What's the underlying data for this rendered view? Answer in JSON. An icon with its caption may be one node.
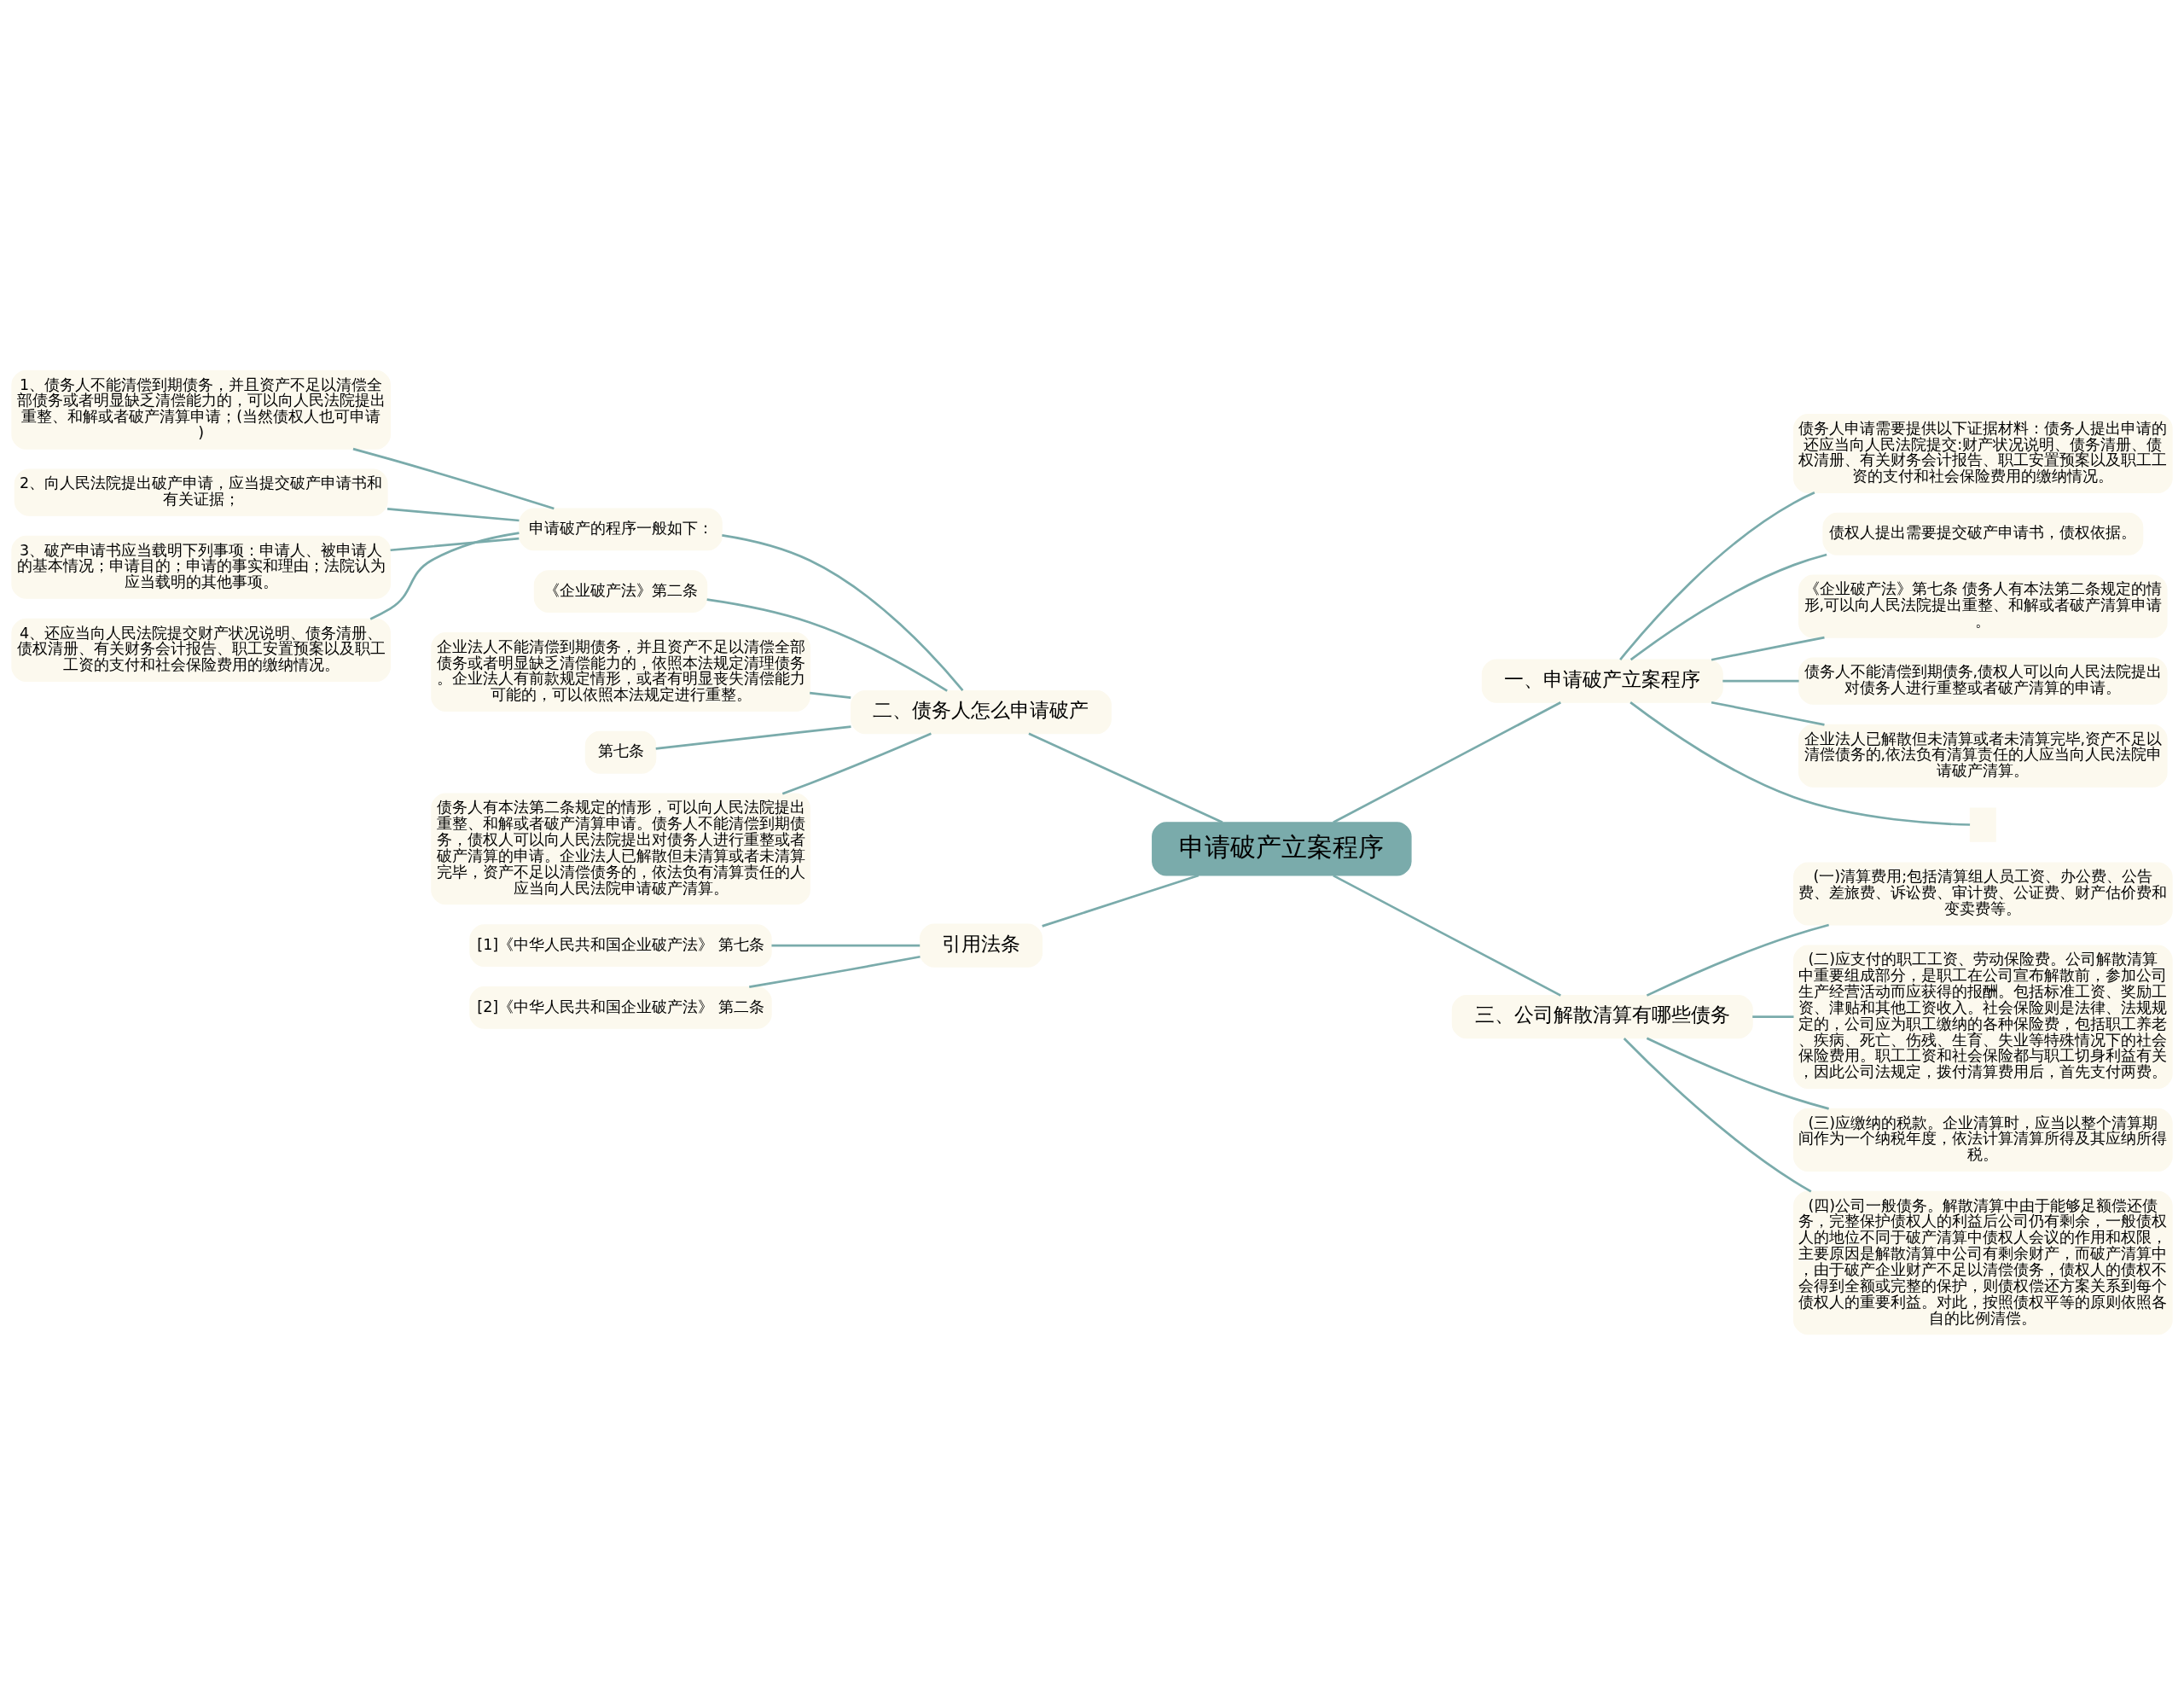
{
  "diagram": {
    "nodes": [
      {
        "text": [
          "申请破产立案程序"
        ]
      },
      {
        "text": [
          "一、申请破产立案程序"
        ]
      },
      {
        "text": [
          "债务人申请需要提供以下证据材料：债务人提出申请的还应当向人民法院提交:财产状况说明、债务清册、债权清册、有关财务会计报告、职工安置预案以及职工工资的支付和社会保险费用的缴纳情况。"
        ]
      },
      {
        "text": [
          "债权人提出需要提交破产申请书，债权依据。"
        ]
      },
      {
        "text": [
          "《企业破产法》第七条 债务人有本法第二条规定的情形,可以向人民法院提出重整、和解或者破产清算申请。"
        ]
      },
      {
        "text": [
          "债务人不能清偿到期债务,债权人可以向人民法院提出对债务人进行重整或者破产清算的申请。"
        ]
      },
      {
        "text": [
          "企业法人已解散但未清算或者未清算完毕,资产不足以清偿债务的,依法负有清算责任的人应当向人民法院申请破产清算。"
        ]
      },
      {
        "text": [],
        "shape": "box"
      },
      {
        "text": [
          "二、债务人怎么申请破产"
        ]
      },
      {
        "text": [
          "申请破产的程序一般如下："
        ]
      },
      {
        "text": [
          "1、债务人不能清偿到期债务，并且资产不足以清偿全部债务或者明显缺乏清偿能力的，可以向人民法院提出重整、和解或者破产清算申请；(当然债权人也可申请)"
        ]
      },
      {
        "text": [
          "2、向人民法院提出破产申请，应当提交破产申请书和有关证据；"
        ]
      },
      {
        "text": [
          "3、破产申请书应当载明下列事项：申请人、被申请人的基本情况；申请目的；申请的事实和理由；法院认为应当载明的其他事项。"
        ]
      },
      {
        "text": [
          "4、还应当向人民法院提交财产状况说明、债务清册、债权清册、有关财务会计报告、职工安置预案以及职工工资的支付和社会保险费用的缴纳情况。"
        ]
      },
      {
        "text": [
          "《企业破产法》第二条"
        ]
      },
      {
        "text": [
          "企业法人不能清偿到期债务，并且资产不足以清偿全部债务或者明显缺乏清偿能力的，依照本法规定清理债务。企业法人有前款规定情形，或者有明显丧失清偿能力可能的，可以依照本法规定进行重整。"
        ]
      },
      {
        "text": [
          "第七条"
        ]
      },
      {
        "text": [
          "债务人有本法第二条规定的情形，可以向人民法院提出重整、和解或者破产清算申请。债务人不能清偿到期债务，债权人可以向人民法院提出对债务人进行重整或者破产清算的申请。企业法人已解散但未清算或者未清算完毕，资产不足以清偿债务的，依法负有清算责任的人应当向人民法院申请破产清算。"
        ]
      },
      {
        "text": [
          "引用法条"
        ]
      },
      {
        "text": [
          "[1]《中华人民共和国企业破产法》 第七条"
        ]
      },
      {
        "text": [
          "[2]《中华人民共和国企业破产法》 第二条"
        ]
      },
      {
        "text": [
          "三、公司解散清算有哪些债务"
        ]
      },
      {
        "text": [
          "(一)清算费用;包括清算组人员工资、办公费、公告费、差旅费、诉讼费、审计费、公证费、财产估价费和变卖费等。"
        ]
      },
      {
        "text": [
          "(二)应支付的职工工资、劳动保险费。公司解散清算中重要组成部分，是职工在公司宣布解散前，参加公司生产经营活动而应获得的报酬。包括标准工资、奖励工资、津贴和其他工资收入。社会保险则是法律、法规规定的，公司应为职工缴纳的各种保险费，包括职工养老、疾病、死亡、伤残、生育、失业等特殊情况下的社会保险费用。职工工资和社会保险都与职工切身利益有关，因此公司法规定，拨付清算费用后，首先支付两费。"
        ]
      },
      {
        "text": [
          "(三)应缴纳的税款。企业清算时，应当以整个清算期间作为一个纳税年度，依法计算清算所得及其应纳所得税。"
        ]
      },
      {
        "text": [
          "(四)公司一般债务。解散清算中由于能够足额偿还债务，完整保护债权人的利益后公司仍有剩余，一般债权人的地位不同于破产清算中债权人会议的作用和权限，主要原因是解散清算中公司有剩余财产，而破产清算中，由于破产企业财产不足以清偿债务，债权人的债权不会得到全额或完整的保护，则债权偿还方案关系到每个债权人的重要利益。对此，按照债权平等的原则依照各自的比例清偿。"
        ]
      }
    ],
    "edges": [
      {
        "from": 0,
        "to": 1,
        "arrow": "none"
      },
      {
        "from": 1,
        "to": 2,
        "arrow": "none"
      },
      {
        "from": 1,
        "to": 3,
        "arrow": "none"
      },
      {
        "from": 1,
        "to": 4,
        "arrow": "none"
      },
      {
        "from": 1,
        "to": 5,
        "arrow": "none"
      },
      {
        "from": 1,
        "to": 6,
        "arrow": "none"
      },
      {
        "from": 1,
        "to": 7,
        "arrow": "none"
      },
      {
        "from": 0,
        "to": 8,
        "arrow": "none"
      },
      {
        "from": 8,
        "to": 9,
        "arrow": "none"
      },
      {
        "from": 9,
        "to": 10,
        "arrow": "none"
      },
      {
        "from": 9,
        "to": 11,
        "arrow": "none"
      },
      {
        "from": 9,
        "to": 12,
        "arrow": "none"
      },
      {
        "from": 9,
        "to": 13,
        "arrow": "none"
      },
      {
        "from": 8,
        "to": 14,
        "arrow": "none"
      },
      {
        "from": 8,
        "to": 15,
        "arrow": "none"
      },
      {
        "from": 8,
        "to": 16,
        "arrow": "none"
      },
      {
        "from": 8,
        "to": 17,
        "arrow": "none"
      },
      {
        "from": 0,
        "to": 18,
        "arrow": "none"
      },
      {
        "from": 18,
        "to": 19,
        "arrow": "none"
      },
      {
        "from": 18,
        "to": 20,
        "arrow": "none"
      },
      {
        "from": 0,
        "to": 21,
        "arrow": "none"
      },
      {
        "from": 21,
        "to": 22,
        "arrow": "none"
      },
      {
        "from": 21,
        "to": 23,
        "arrow": "none"
      },
      {
        "from": 21,
        "to": 24,
        "arrow": "none"
      },
      {
        "from": 21,
        "to": 25,
        "arrow": "none"
      }
    ]
  }
}
